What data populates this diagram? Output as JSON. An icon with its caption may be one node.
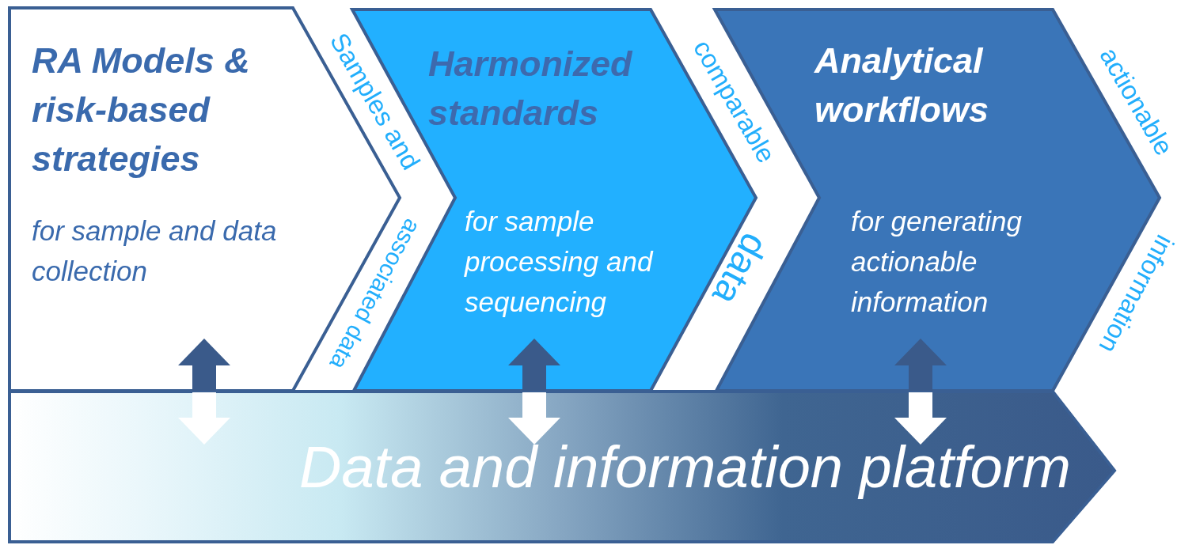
{
  "diagram": {
    "nodes": [
      {
        "text": [
          "RA Models & risk-based strategies",
          "for sample and data collection"
        ]
      },
      {
        "text": [
          "Harmonized standards",
          "for sample processing and sequencing"
        ]
      },
      {
        "text": [
          "Analytical workflows",
          "for generating actionable information"
        ]
      },
      {
        "text": [
          "Data and information platform"
        ]
      }
    ],
    "edges": [
      {
        "from": 3,
        "to": 0,
        "arrow": "to",
        "color": "#3a5a8a"
      },
      {
        "from": 0,
        "to": 3,
        "arrow": "to",
        "color": "#ffffff"
      },
      {
        "from": 3,
        "to": 1,
        "arrow": "to",
        "color": "#3a5a8a"
      },
      {
        "from": 1,
        "to": 3,
        "arrow": "to",
        "color": "#ffffff"
      },
      {
        "from": 3,
        "to": 2,
        "arrow": "to",
        "color": "#3a5a8a"
      },
      {
        "from": 2,
        "to": 3,
        "arrow": "to",
        "color": "#ffffff"
      }
    ],
    "labels": [
      "Samples and",
      "associated data",
      "comparable",
      "data",
      "actionable",
      "information"
    ]
  }
}
